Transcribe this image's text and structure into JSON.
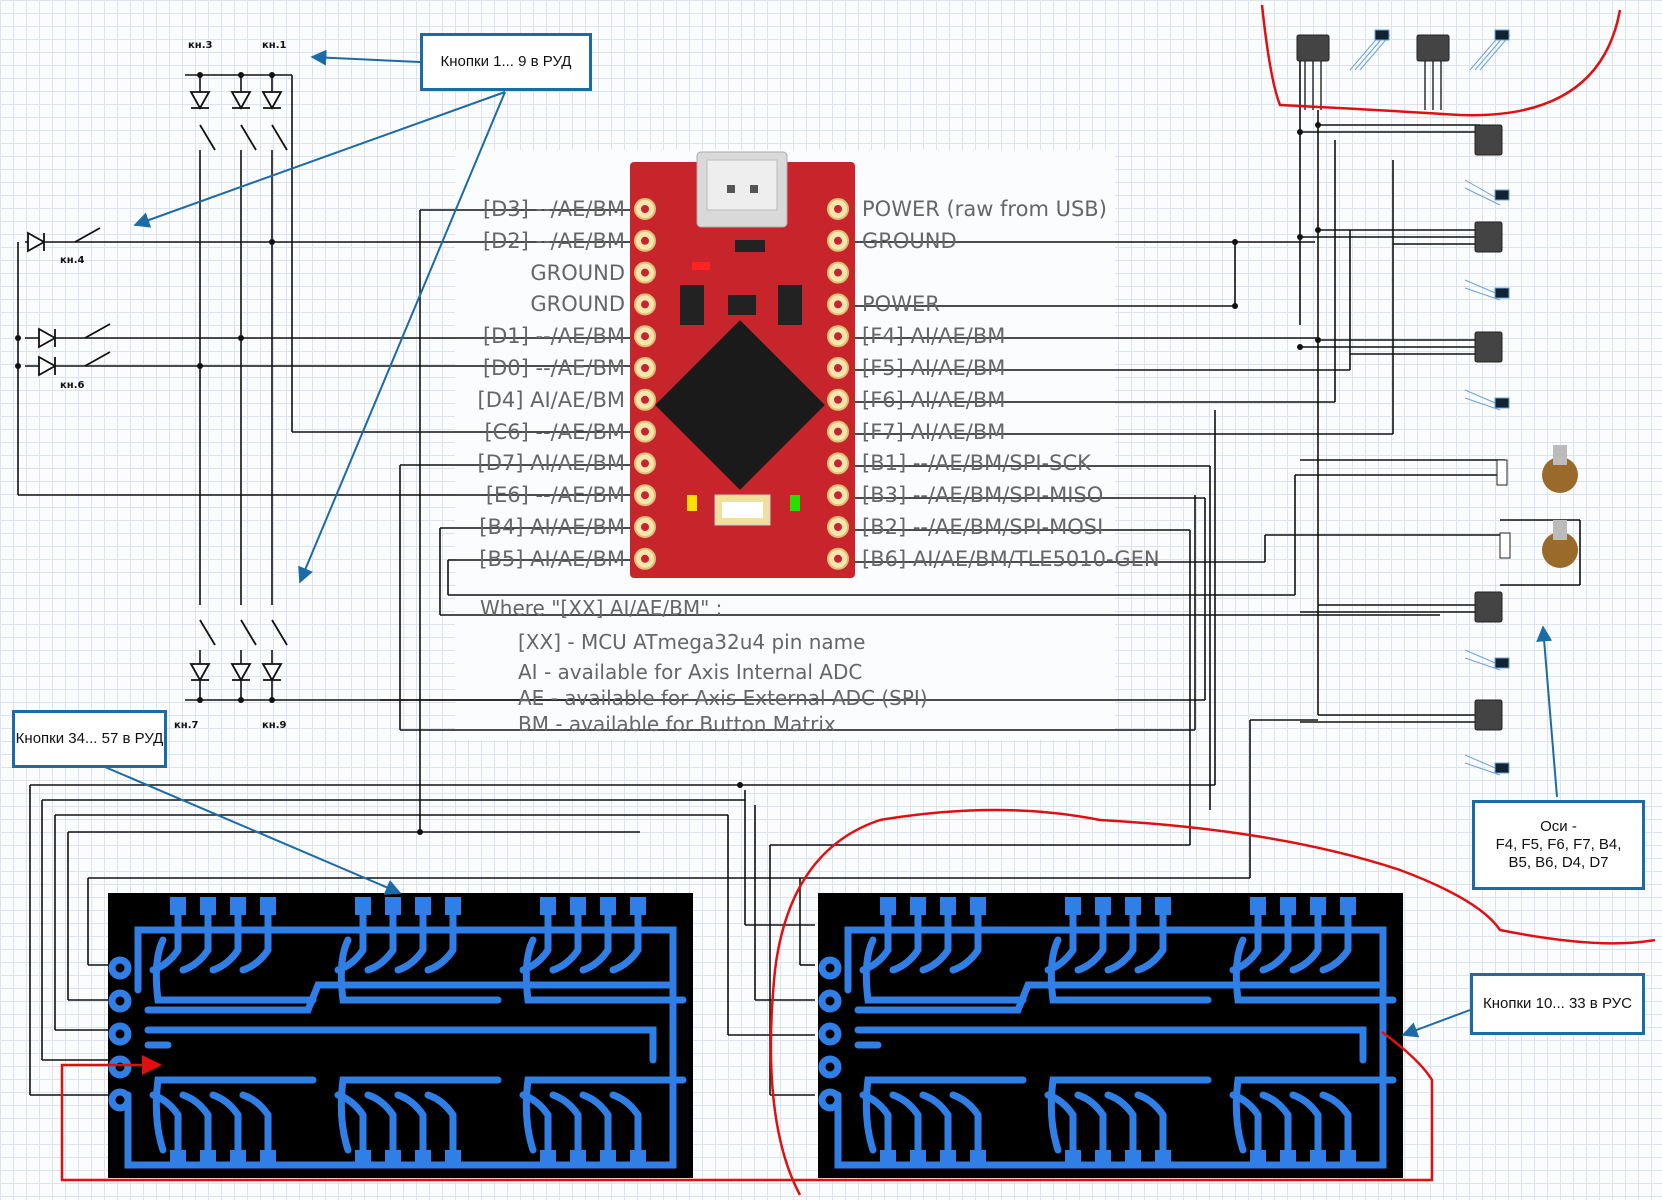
{
  "callouts": {
    "buttons_1_9": "Кнопки 1... 9 в РУД",
    "buttons_34_57": "Кнопки 34... 57 в РУД",
    "buttons_10_33": "Кнопки 10... 33 в РУС",
    "axes": "Оси -\nF4, F5, F6, F7, B4,\nB5, B6, D4, D7"
  },
  "button_labels": {
    "kn3": "кн.3",
    "kn1": "кн.1",
    "kn4": "кн.4",
    "kn6": "кн.6",
    "kn7": "кн.7",
    "kn9": "кн.9"
  },
  "pins_left": [
    "[D3] --/AE/BM",
    "[D2] --/AE/BM",
    "GROUND",
    "GROUND",
    "[D1] --/AE/BM",
    "[D0] --/AE/BM",
    "[D4] AI/AE/BM",
    "[C6] --/AE/BM",
    "[D7] AI/AE/BM",
    "[E6] --/AE/BM",
    "[B4] AI/AE/BM",
    "[B5] AI/AE/BM"
  ],
  "pins_right": [
    "POWER (raw from USB)",
    "GROUND",
    "",
    "POWER",
    "[F4] AI/AE/BM",
    "[F5] AI/AE/BM",
    "[F6] AI/AE/BM",
    "[F7] AI/AE/BM",
    "[B1] --/AE/BM/SPI-SCK",
    "[B3] --/AE/BM/SPI-MISO",
    "[B2] --/AE/BM/SPI-MOSI",
    "[B6] AI/AE/BM/TLE5010-GEN"
  ],
  "legend": [
    "Where \"[XX] AI/AE/BM\" :",
    "[XX] - MCU ATmega32u4 pin name",
    "AI - available for Axis Internal ADC",
    "AE - available for Axis External ADC (SPI)",
    "BM - available for Button Matrix"
  ],
  "colors": {
    "board": "#c8242c",
    "pcb_background": "#000000",
    "pcb_trace": "#2f7fe6",
    "callout_border": "#1c6aa6",
    "arrow": "#1c6aa6",
    "boundary": "#e01010",
    "wire": "#111111"
  }
}
